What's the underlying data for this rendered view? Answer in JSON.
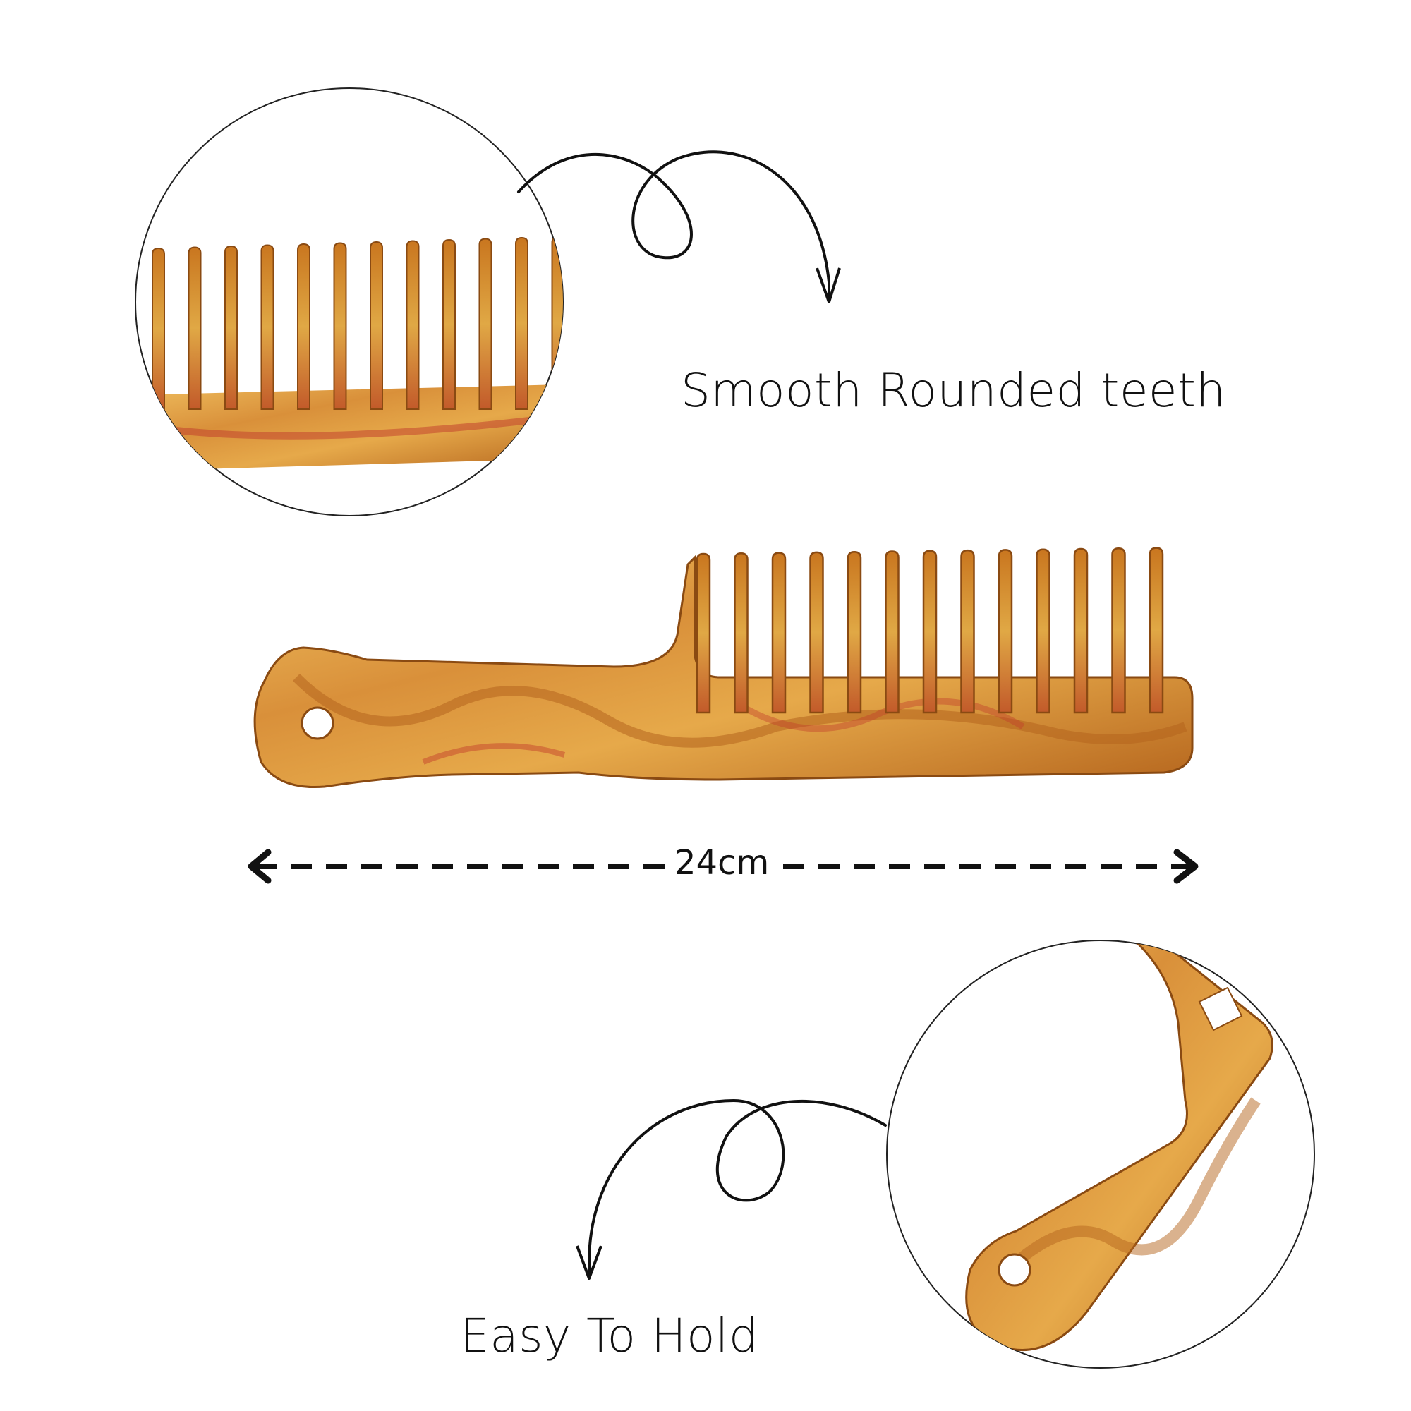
{
  "captions": {
    "teeth": "Smooth Rounded teeth",
    "hold": "Easy To Hold"
  },
  "measurement": {
    "label": "24cm"
  },
  "colors": {
    "comb_base": "#d9a040",
    "comb_dark": "#b5651d",
    "comb_highlight": "#f0c060",
    "comb_red": "#c0392b",
    "ink": "#111111"
  },
  "icons": {
    "arrow_teeth": "curly-arrow-down-icon",
    "arrow_hold": "curly-arrow-down-icon",
    "measure_arrow": "double-arrow-icon"
  }
}
